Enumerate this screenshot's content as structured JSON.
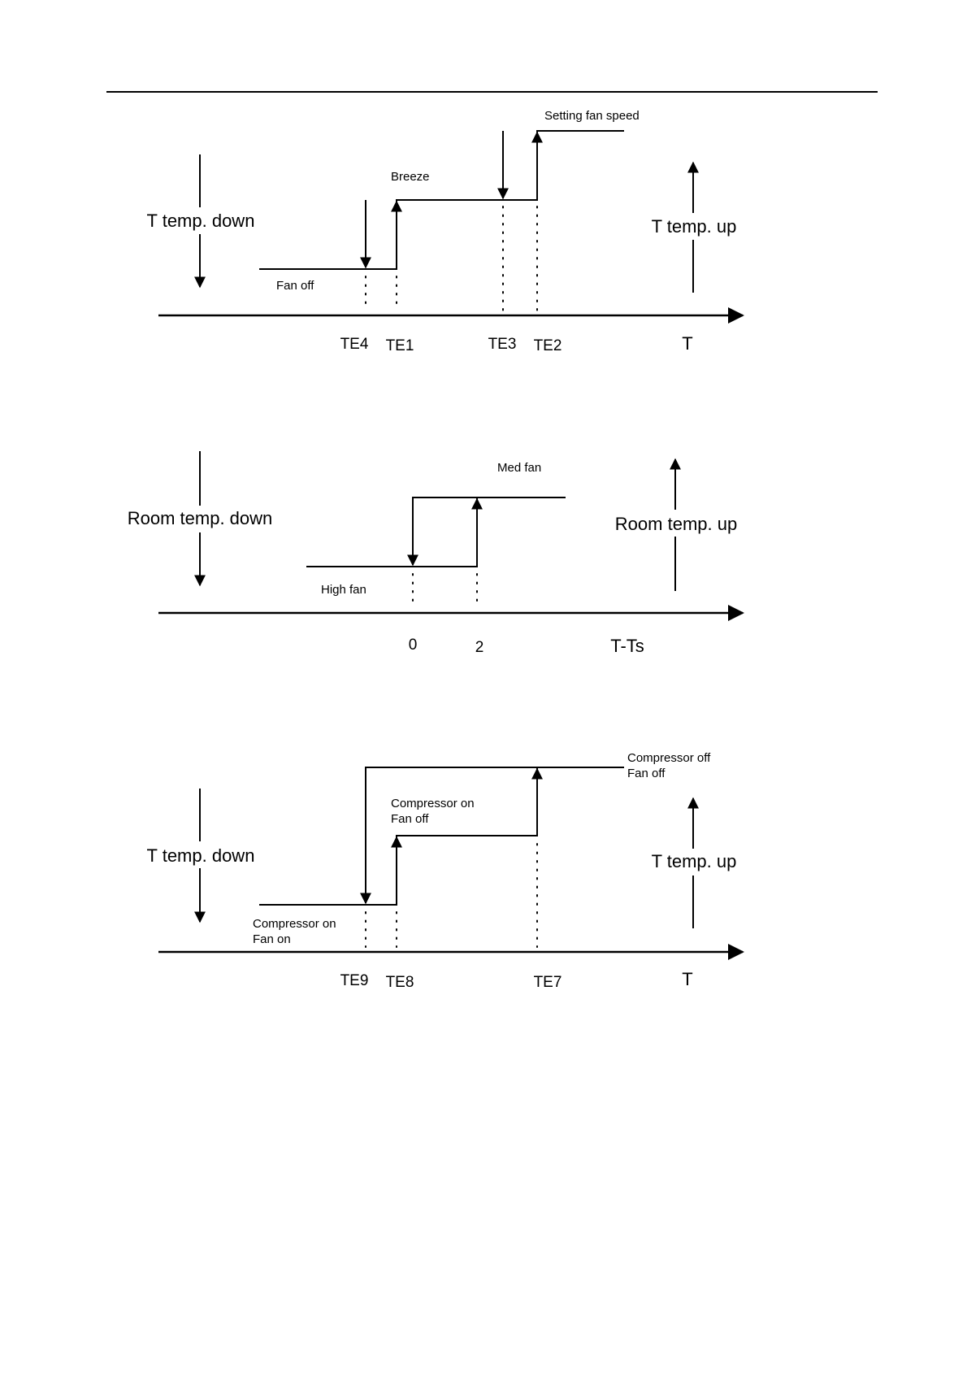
{
  "diagram1": {
    "left_direction": "T temp. down",
    "right_direction": "T temp. up",
    "state_low": "Fan off",
    "state_mid": "Breeze",
    "state_high": "Setting fan speed",
    "ticks": [
      "TE4",
      "TE1",
      "TE3",
      "TE2"
    ],
    "axis_label": "T"
  },
  "diagram2": {
    "left_direction": "Room temp. down",
    "right_direction": "Room temp. up",
    "state_low": "High fan",
    "state_high": "Med fan",
    "ticks": [
      "0",
      "2"
    ],
    "axis_label": "T-Ts"
  },
  "diagram3": {
    "left_direction": "T temp. down",
    "right_direction": "T temp. up",
    "state_low": [
      "Compressor on",
      "Fan on"
    ],
    "state_mid": [
      "Compressor on",
      "Fan off"
    ],
    "state_high": [
      "Compressor off",
      "Fan off"
    ],
    "ticks": [
      "TE9",
      "TE8",
      "TE7"
    ],
    "axis_label": "T"
  }
}
